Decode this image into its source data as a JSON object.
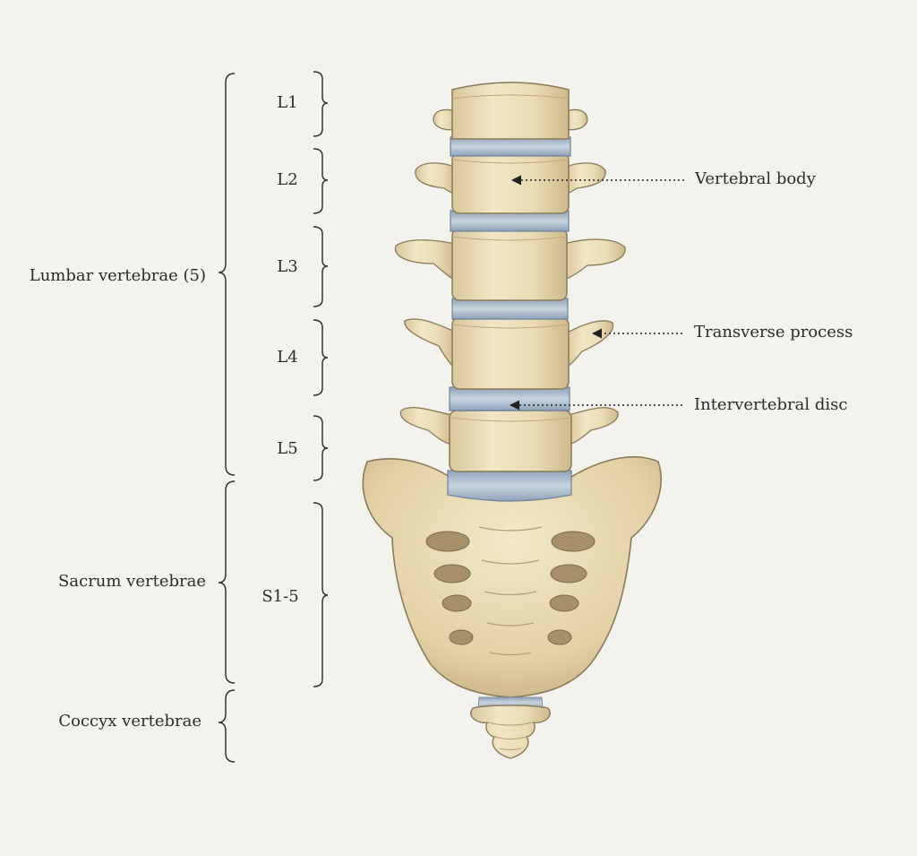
{
  "groups": [
    {
      "id": "lumbar",
      "label": "Lumbar vertebrae (5)"
    },
    {
      "id": "sacrum",
      "label": "Sacrum vertebrae"
    },
    {
      "id": "coccyx",
      "label": "Coccyx vertebrae"
    }
  ],
  "segments": [
    {
      "id": "l1",
      "label": "L1"
    },
    {
      "id": "l2",
      "label": "L2"
    },
    {
      "id": "l3",
      "label": "L3"
    },
    {
      "id": "l4",
      "label": "L4"
    },
    {
      "id": "l5",
      "label": "L5"
    },
    {
      "id": "s",
      "label": "S1-5"
    }
  ],
  "callouts": [
    {
      "id": "body",
      "label": "Vertebral body"
    },
    {
      "id": "transverse",
      "label": "Transverse process"
    },
    {
      "id": "disc",
      "label": "Intervertebral disc"
    }
  ],
  "colors": {
    "background": "#f4f2ec",
    "bone": "#ebdcb6",
    "bone_shadow": "#c9b58a",
    "bone_outline": "#8a7a5a",
    "disc": "#9eb0c4",
    "disc_light": "#c3d0dc",
    "line": "#333333"
  }
}
